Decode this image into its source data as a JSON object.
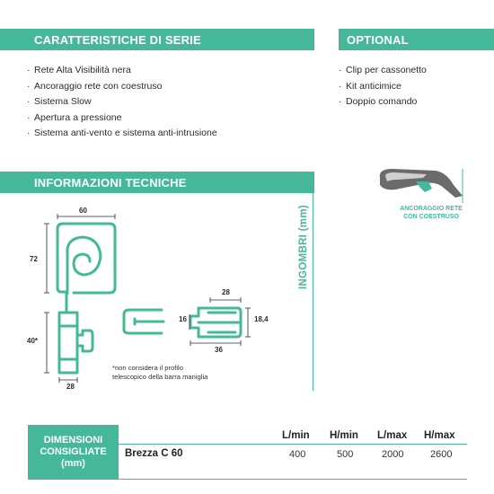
{
  "series": {
    "title": "CARATTERISTICHE DI SERIE",
    "items": [
      "Rete Alta Visibilità nera",
      "Ancoraggio rete con coestruso",
      "Sistema Slow",
      "Apertura a pressione",
      "Sistema anti-vento e sistema anti-intrusione"
    ]
  },
  "optional": {
    "title": "OPTIONAL",
    "items": [
      "Clip per cassonetto",
      "Kit anticimice",
      "Doppio comando"
    ]
  },
  "tech": {
    "title": "INFORMAZIONI TECNICHE"
  },
  "drawing": {
    "dim_60": "60",
    "dim_72": "72",
    "dim_40": "40*",
    "dim_28_bottom": "28",
    "dim_16": "16",
    "dim_28_top": "28",
    "dim_18_4": "18,4",
    "dim_36": "36",
    "note_line1": "*non considera il profilo",
    "note_line2": "telescopico della barra maniglia",
    "vertical_label": "INGOMBRI (mm)"
  },
  "anchor": {
    "line1": "ANCORAGGIO RETE",
    "line2": "CON COESTRUSO"
  },
  "dimensions": {
    "label_line1": "DIMENSIONI",
    "label_line2": "CONSIGLIATE",
    "label_line3": "(mm)",
    "headers": [
      "L/min",
      "H/min",
      "L/max",
      "H/max"
    ],
    "product": "Brezza C 60",
    "values": [
      "400",
      "500",
      "2000",
      "2600"
    ]
  },
  "colors": {
    "accent": "#45b89a",
    "text": "#2b2b2b"
  }
}
